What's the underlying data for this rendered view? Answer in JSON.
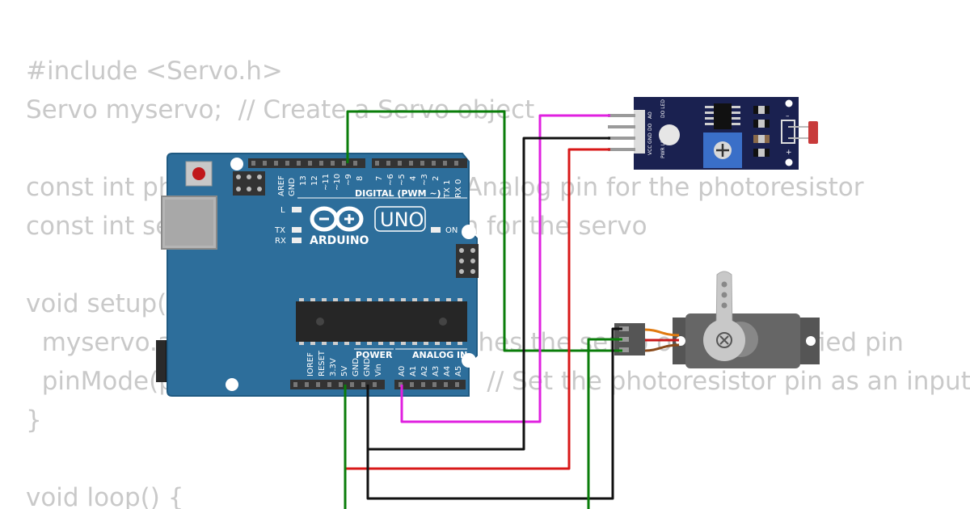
{
  "code_lines": [
    "#include <Servo.h>",
    "Servo myservo;  // Create a Servo object",
    "",
    "const int photoresistorPin = A0;  // Analog pin for the photoresistor",
    "const int servoPin = 9;  // Digital pin for the servo",
    "",
    "void setup() {",
    "  myservo.attach(servoPin);  // Attaches the servo on the specified pin",
    "  pinMode(photoresistorPin, INPUT);  // Set the photoresistor pin as an input",
    "}",
    "",
    "void loop() {"
  ],
  "arduino": {
    "brand": "ARDUINO",
    "model": "UNO",
    "digital_header": "DIGITAL (PWM ~)",
    "power_header": "POWER",
    "analog_header": "ANALOG IN",
    "led_l": "L",
    "led_tx": "TX",
    "led_rx": "RX",
    "led_on": "ON",
    "digital_pins": [
      "AREF",
      "GND",
      "13",
      "12",
      "~11",
      "~10",
      "~9",
      "8",
      "7",
      "~6",
      "~5",
      "4",
      "~3",
      "2",
      "TX 1",
      "RX 0"
    ],
    "power_pins": [
      "IOREF",
      "RESET",
      "3.3V",
      "5V",
      "GND",
      "GND",
      "Vin"
    ],
    "analog_pins": [
      "A0",
      "A1",
      "A2",
      "A3",
      "A4",
      "A5"
    ]
  },
  "ldr_module": {
    "pins": [
      "AO",
      "DO",
      "GND",
      "VCC"
    ],
    "led_labels": [
      "DO LED",
      "PWR LED"
    ],
    "minus": "–",
    "plus": "+"
  },
  "wires": {
    "signal_color": "#e020e0",
    "ground_color": "#111111",
    "power_color": "#d81818",
    "servo_signal_color": "#0a7d0a"
  },
  "colors": {
    "board_blue": "#2d6e9b",
    "module_navy": "#1a2150",
    "code_gray": "#c9c9c9"
  }
}
